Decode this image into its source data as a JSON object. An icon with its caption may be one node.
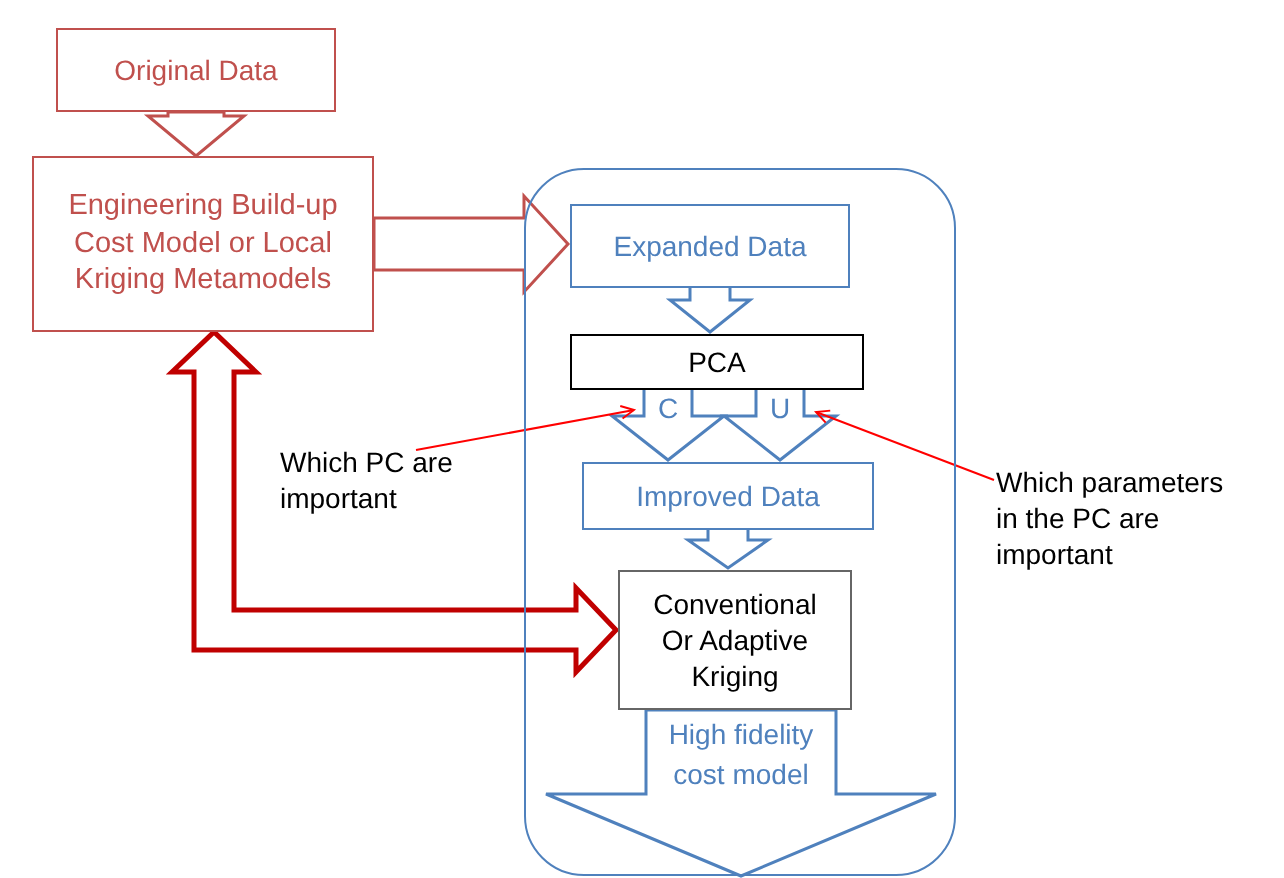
{
  "diagram": {
    "nodes": [
      {
        "text": [
          "Original Data"
        ]
      },
      {
        "text": [
          "Engineering Build-up Cost Model or Local Kriging Metamodels"
        ]
      },
      {
        "text": [],
        "shape": "box"
      },
      {
        "text": [
          "Expanded Data"
        ],
        "in": 2
      },
      {
        "text": [
          "PCA"
        ],
        "in": 2
      },
      {
        "text": [
          "Improved Data"
        ],
        "in": 2
      },
      {
        "text": [
          "Conventional Or Adaptive Kriging"
        ],
        "in": 2
      },
      {
        "text": [
          "High fidelity cost model"
        ],
        "in": 2
      },
      {
        "text": [
          "Which PC are important"
        ]
      },
      {
        "text": [
          "Which parameters in the PC are important"
        ]
      }
    ],
    "edges": [
      {
        "from": 0,
        "to": 1,
        "arrow": "to",
        "style": "thick",
        "color": "#c0504d"
      },
      {
        "from": 1,
        "to": 3,
        "arrow": "to",
        "style": "thick",
        "color": "#c0504d"
      },
      {
        "from": 3,
        "to": 4,
        "arrow": "to",
        "style": "thick"
      },
      {
        "from": 4,
        "to": 5,
        "arrow": "to",
        "label": "C",
        "style": "thick"
      },
      {
        "from": 4,
        "to": 5,
        "arrow": "to",
        "label": "U",
        "style": "thick"
      },
      {
        "from": 5,
        "to": 6,
        "arrow": "to",
        "style": "thick"
      },
      {
        "from": 1,
        "to": 6,
        "arrow": "both",
        "style": "thick",
        "color": "#c00000"
      },
      {
        "from": 8,
        "to": 4,
        "arrow": "to",
        "color": "#ff0000"
      },
      {
        "from": 9,
        "to": 4,
        "arrow": "to",
        "color": "#ff0000"
      }
    ]
  }
}
